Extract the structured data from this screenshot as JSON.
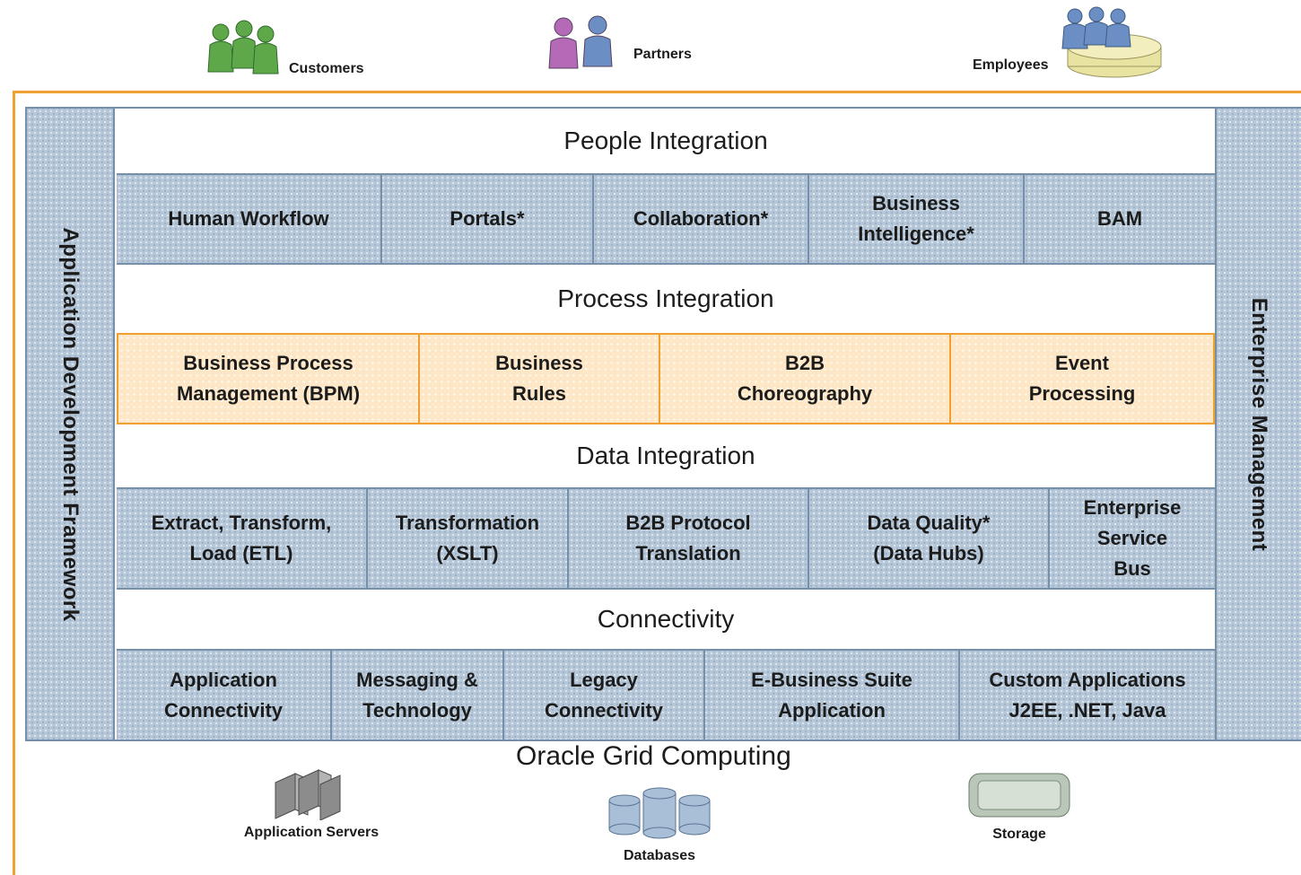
{
  "actors": {
    "customers": "Customers",
    "partners": "Partners",
    "employees": "Employees"
  },
  "sidebars": {
    "left": "Application Development Framework",
    "right": "Enterprise Management"
  },
  "layers": {
    "people": {
      "title": "People Integration",
      "items": [
        "Human Workflow",
        "Portals*",
        "Collaboration*",
        "Business\nIntelligence*",
        "BAM"
      ]
    },
    "process": {
      "title": "Process Integration",
      "items": [
        "Business Process\nManagement (BPM)",
        "Business\nRules",
        "B2B\nChoreography",
        "Event\nProcessing"
      ]
    },
    "data": {
      "title": "Data Integration",
      "items": [
        "Extract, Transform,\nLoad (ETL)",
        "Transformation\n(XSLT)",
        "B2B Protocol\nTranslation",
        "Data Quality*\n(Data Hubs)",
        "Enterprise\nService\nBus"
      ]
    },
    "connectivity": {
      "title": "Connectivity",
      "items": [
        "Application\nConnectivity",
        "Messaging &\nTechnology",
        "Legacy\nConnectivity",
        "E-Business Suite\nApplication",
        "Custom Applications\nJ2EE, .NET, Java"
      ]
    }
  },
  "grid": {
    "title": "Oracle Grid Computing",
    "resources": {
      "app_servers": "Application Servers",
      "databases": "Databases",
      "storage": "Storage"
    }
  },
  "colors": {
    "frame_orange": "#f0a030",
    "cell_blue": "#b5c7d8",
    "cell_orange": "#fde7c6",
    "border_blue": "#7690aa"
  }
}
